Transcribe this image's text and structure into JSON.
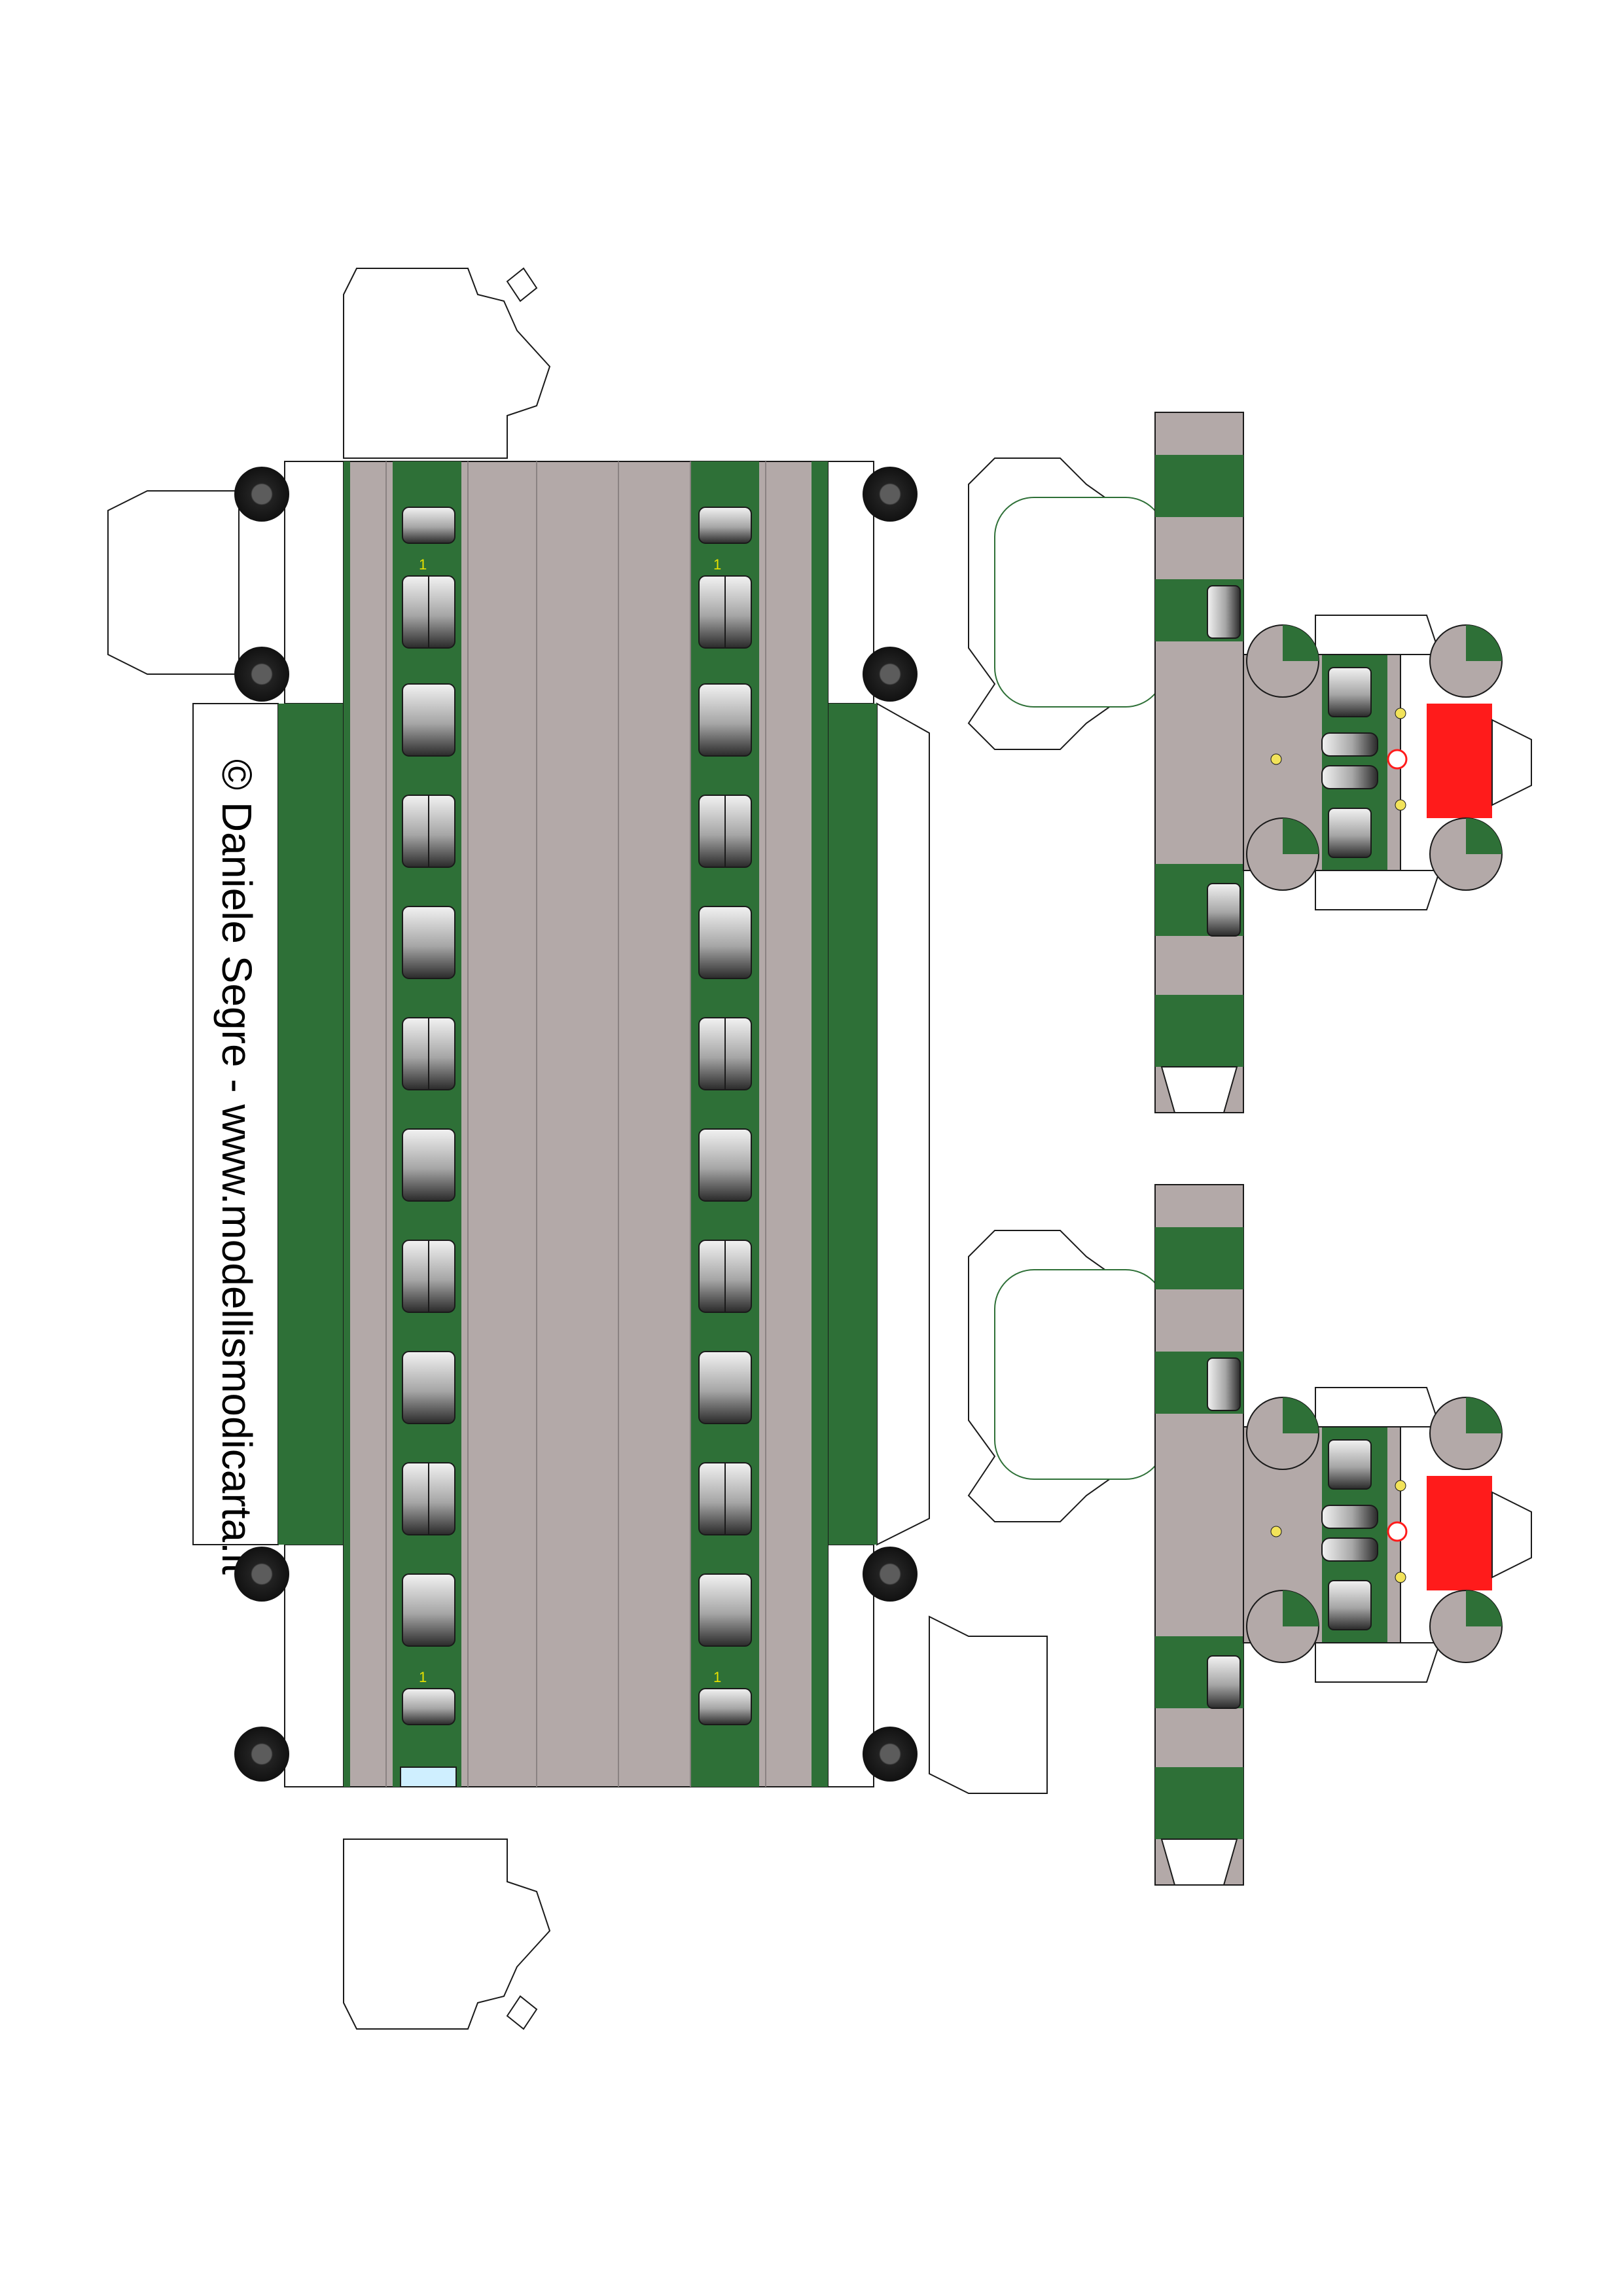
{
  "credit": {
    "text": "© Daniele Segre - www.modellismodicarta.it"
  },
  "colors": {
    "green": "#2e7037",
    "roof_grey": "#b3a9a8",
    "panel_grey": "#bcb6b4",
    "red": "#ff1b1b",
    "wheel": "#222222",
    "wheel_hub": "#5c5c5c",
    "door_number": "#e8e100",
    "light_blue": "#cfefff"
  },
  "parts": {
    "main_body": {
      "name": "car-body-net",
      "door_marker": "1"
    },
    "ends": [
      {
        "name": "end-piece-upper"
      },
      {
        "name": "end-piece-lower"
      }
    ]
  }
}
